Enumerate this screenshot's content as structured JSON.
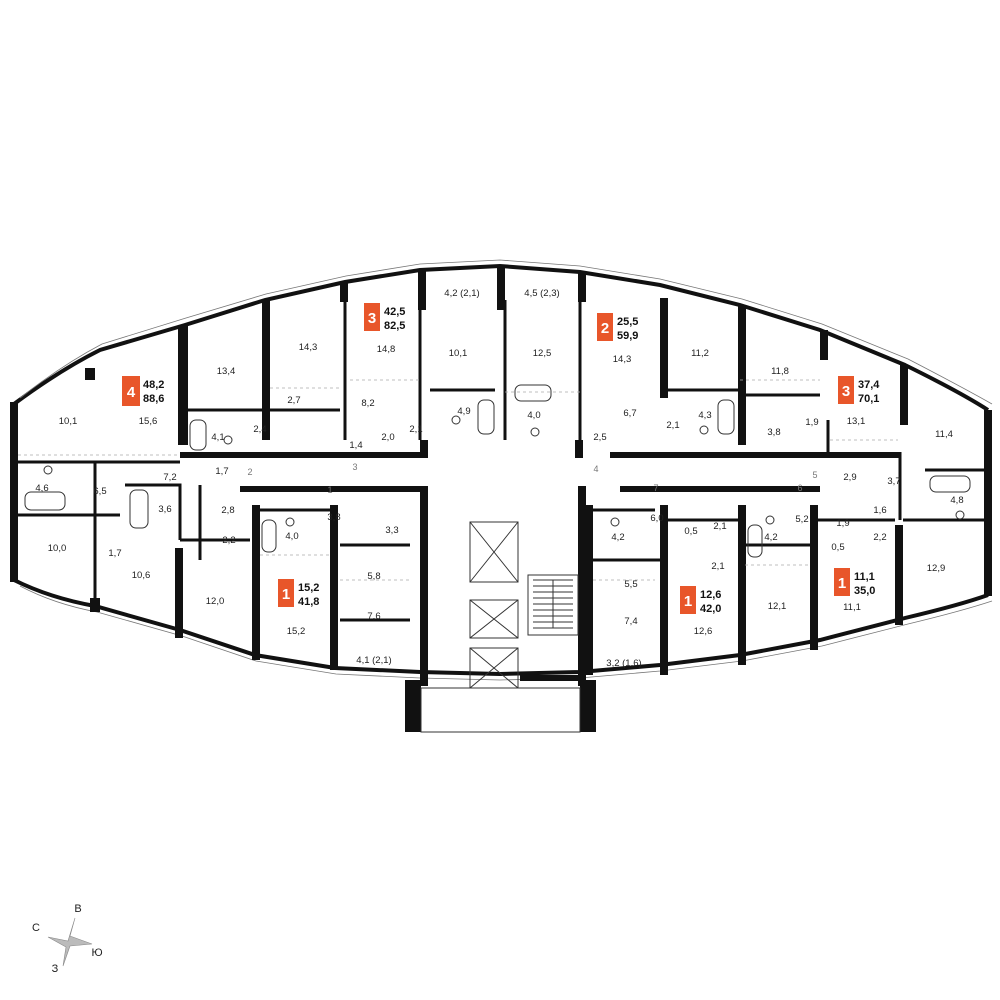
{
  "plan": {
    "apartments": [
      {
        "id": "apt-4",
        "rooms": "4",
        "living": "48,2",
        "total": "88,6",
        "color": "#e8562a"
      },
      {
        "id": "apt-3a",
        "rooms": "3",
        "living": "42,5",
        "total": "82,5",
        "color": "#e8562a"
      },
      {
        "id": "apt-2",
        "rooms": "2",
        "living": "25,5",
        "total": "59,9",
        "color": "#e8562a"
      },
      {
        "id": "apt-3b",
        "rooms": "3",
        "living": "37,4",
        "total": "70,1",
        "color": "#e8562a"
      },
      {
        "id": "apt-1a",
        "rooms": "1",
        "living": "15,2",
        "total": "41,8",
        "color": "#e8562a"
      },
      {
        "id": "apt-1b",
        "rooms": "1",
        "living": "12,6",
        "total": "42,0",
        "color": "#e8562a"
      },
      {
        "id": "apt-1c",
        "rooms": "1",
        "living": "11,1",
        "total": "35,0",
        "color": "#e8562a"
      }
    ],
    "room_areas": [
      "10,1",
      "15,6",
      "13,4",
      "14,3",
      "14,8",
      "4,2 (2,1)",
      "10,1",
      "4,5 (2,3)",
      "12,5",
      "14,3",
      "11,2",
      "11,8",
      "13,1",
      "11,4",
      "2,7",
      "8,2",
      "4,9",
      "4,0",
      "6,7",
      "4,3",
      "3,8",
      "1,9",
      "4,1",
      "2,4",
      "1,4",
      "2,0",
      "2,1",
      "2,5",
      "2,1",
      "4,6",
      "6,5",
      "7,2",
      "1,7",
      "3,6",
      "2,8",
      "3,8",
      "3,3",
      "4,0",
      "2,2",
      "10,0",
      "1,7",
      "10,6",
      "12,0",
      "5,8",
      "15,2",
      "7,6",
      "4,1 (2,1)",
      "6,0",
      "0,5",
      "2,1",
      "4,2",
      "5,5",
      "2,1",
      "7,4",
      "12,6",
      "3,2 (1,6)",
      "5,2",
      "4,2",
      "1,9",
      "0,5",
      "12,1",
      "11,1",
      "2,9",
      "3,7",
      "1,6",
      "2,2",
      "4,8",
      "12,9"
    ],
    "door_numbers": [
      "1",
      "2",
      "3",
      "4",
      "5",
      "6",
      "7"
    ],
    "compass": {
      "north": "С",
      "east": "В",
      "south": "Ю",
      "west": "З"
    }
  }
}
